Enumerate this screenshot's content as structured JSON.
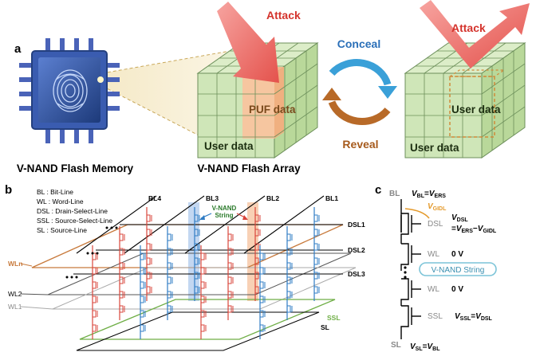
{
  "panels": {
    "a": "a",
    "b": "b",
    "c": "c"
  },
  "colors": {
    "cube_green": "#cfe6b8",
    "cube_top": "#dcedc8",
    "cube_side": "#b9d89a",
    "grid_line": "#6c8f5a",
    "puf_orange": "#f6c6a0",
    "attack_red": "#f0706a",
    "conceal_blue": "#3aa0d8",
    "reveal_brown": "#b86a28",
    "chip_blue": "#2e4f9a",
    "wl_orange": "#c87a3c",
    "ssl_green": "#6fae46",
    "string_red": "#d9453b",
    "string_blue": "#2f7cc4",
    "column_blue": "#b8d0ee",
    "column_orange": "#f7c9a8",
    "gidl": "#e49a2c",
    "vnand_pill": "#7cc4d8"
  },
  "panel_a": {
    "chip_label": "V-NAND Flash Memory",
    "array_label": "V-NAND Flash Array",
    "attack_left": "Attack",
    "attack_right": "Attack",
    "puf_label": "PUF data",
    "user_left": "User data",
    "user_right_inner": "User data",
    "user_right": "User data",
    "conceal": "Conceal",
    "reveal": "Reveal",
    "icons": [
      "chip-icon",
      "fingerprint-icon",
      "attack-arrow-icon",
      "cycle-arrows-icon"
    ]
  },
  "panel_b": {
    "legend": [
      "BL : Bit-Line",
      "WL : Word-Line",
      "DSL : Drain-Select-Line",
      "SSL : Source-Select-Line",
      "SL : Source-Line"
    ],
    "bitlines": [
      "BL4",
      "BL3",
      "BL2",
      "BL1"
    ],
    "dsl": [
      "DSL1",
      "DSL2",
      "DSL3"
    ],
    "wln": "WLn",
    "wl2": "WL2",
    "wl1": "WL1",
    "ssl": "SSL",
    "sl": "SL",
    "string_label_1": "V-NAND",
    "string_label_2": "String"
  },
  "panel_c": {
    "bl": "BL",
    "vbl": {
      "prefix": "V",
      "sub": "BL",
      "eq": "=",
      "rhs": "V",
      "rhs_sub": "ERS"
    },
    "gidl": {
      "prefix": "V",
      "sub": "GIDL"
    },
    "dsl": "DSL",
    "vdsl": {
      "prefix": "V",
      "sub": "DSL"
    },
    "vdsl_eq": {
      "eq": "=",
      "a": "V",
      "a_sub": "ERS",
      "minus": "−",
      "b": "V",
      "b_sub": "GIDL"
    },
    "wl_top": "WL",
    "wl_top_v": "0 V",
    "string": "V-NAND String",
    "wl_bottom": "WL",
    "wl_bottom_v": "0 V",
    "ssl": "SSL",
    "vssl": {
      "prefix": "V",
      "sub": "SSL",
      "eq": "=",
      "rhs": "V",
      "rhs_sub": "DSL"
    },
    "sl": "SL",
    "vsl": {
      "prefix": "V",
      "sub": "SL",
      "eq": "=",
      "rhs": "V",
      "rhs_sub": "BL"
    }
  }
}
